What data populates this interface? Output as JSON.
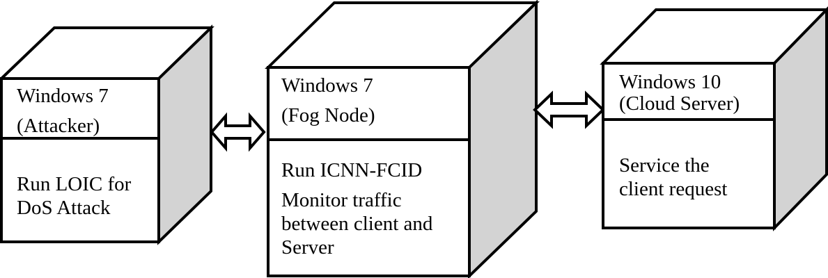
{
  "colors": {
    "background": "#ffffff",
    "box_face": "#ffffff",
    "box_side": "#d3d3d3",
    "outline": "#000000",
    "text": "#000000"
  },
  "diagram": {
    "nodes": [
      {
        "id": "attacker",
        "os": "Windows 7",
        "role": "(Attacker)",
        "tasks": [
          "Run LOIC for DoS Attack"
        ]
      },
      {
        "id": "fog-node",
        "os": "Windows 7",
        "role": "(Fog Node)",
        "tasks": [
          "Run ICNN-FCID",
          "Monitor traffic between client and Server"
        ]
      },
      {
        "id": "cloud-server",
        "os": "Windows 10",
        "role": "(Cloud Server)",
        "tasks": [
          "Service the client request"
        ]
      }
    ],
    "connections": [
      {
        "from": "attacker",
        "to": "fog-node",
        "style": "double-headed-arrow"
      },
      {
        "from": "fog-node",
        "to": "cloud-server",
        "style": "double-headed-arrow"
      }
    ]
  }
}
